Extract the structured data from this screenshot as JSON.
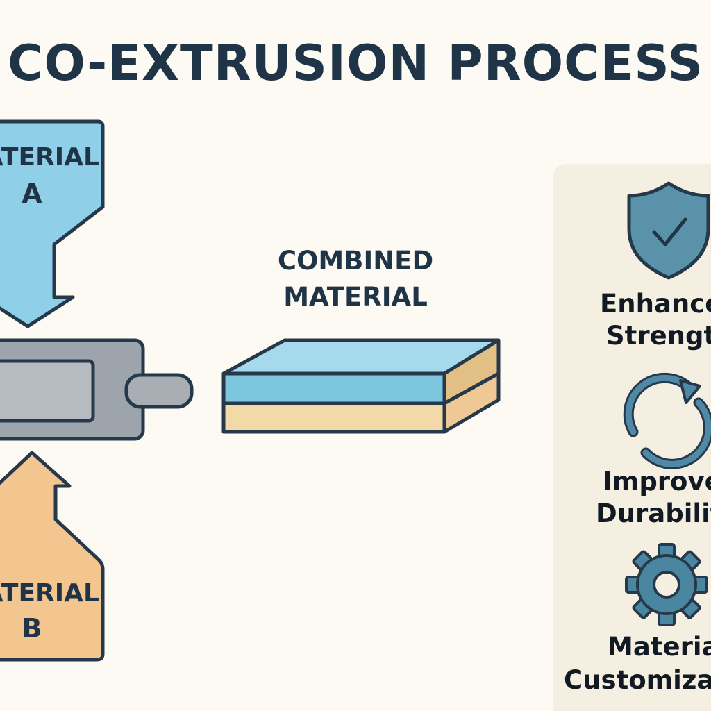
{
  "title": "CO-EXTRUSION PROCESS",
  "inputs": {
    "material_a": {
      "line1": "MATERIAL",
      "line2": "A",
      "color": "#8fd0e8"
    },
    "material_b": {
      "line1": "MATERIAL",
      "line2": "B",
      "color": "#f3c690"
    }
  },
  "extruder": {
    "color": "#9ea4ab"
  },
  "output": {
    "label_line1": "COMBINED",
    "label_line2": "MATERIAL",
    "top_layer_color": "#7cc6de",
    "bottom_layer_color": "#f3d8a8"
  },
  "benefits": [
    {
      "icon": "shield-check-icon",
      "line1": "Enhanced",
      "line2": "Strength",
      "color": "#5a92a9"
    },
    {
      "icon": "refresh-cycle-icon",
      "line1": "Improved",
      "line2": "Durability",
      "color": "#4f89a5"
    },
    {
      "icon": "gear-icon",
      "line1": "Material",
      "line2": "Customization",
      "color": "#4b86a1"
    }
  ],
  "colors": {
    "background": "#fcfaf3",
    "panel": "#f5efe2",
    "outline": "#25394b",
    "text": "#1f3447"
  }
}
